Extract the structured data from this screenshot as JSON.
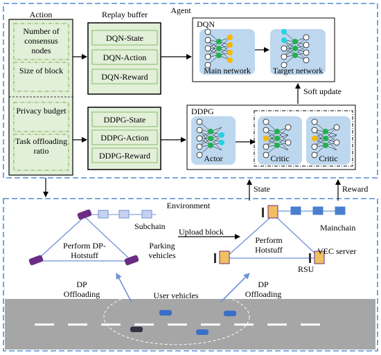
{
  "agent": {
    "title": "Agent",
    "action_title": "Action",
    "action_items": [
      "Number of consensus nodes",
      "Size of block",
      "Privacy budget",
      "Task offloading ratio"
    ],
    "replay_title": "Replay buffer",
    "dqn_buffer": [
      "DQN-State",
      "DQN-Action",
      "DQN-Reward"
    ],
    "ddpg_buffer": [
      "DDPG-State",
      "DDPG-Action",
      "DDPG-Reward"
    ],
    "dqn_title": "DQN",
    "main_network": "Main network",
    "target_network": "Target network",
    "soft_update": "Soft update",
    "ddpg_title": "DDPG",
    "actor": "Actor",
    "critic1": "Critic",
    "critic2": "Critic"
  },
  "links": {
    "state": "State",
    "reward": "Reward"
  },
  "environment": {
    "title": "Environment",
    "subchain": "Subchain",
    "upload_block": "Upload block",
    "mainchain": "Mainchain",
    "perform_dp_hotstuff": "Perform DP-Hotstuff",
    "parking_vehicles": "Parking vehicles",
    "perform_hotstuff": "Perform Hotstuff",
    "vec_server": "VEC server",
    "rsu": "RSU",
    "dp_offloading_left": "DP Offloading",
    "dp_offloading_right": "DP Offloading",
    "user_vehicles": "User vehicles"
  },
  "colors": {
    "dash_blue": "#2e75c6",
    "buffer_fill": "#e2efd9",
    "net_fill": "#bdd7ee",
    "node_green": "#22b14c",
    "node_yellow": "#f5b800",
    "node_cyan": "#22d3e6",
    "road": "#a6a6a6",
    "arrow_blue": "#6f8fd6",
    "block_blue": "#4a7fcf",
    "block_light": "#c5d3f0",
    "vehicle_purple": "#6b2d83"
  }
}
